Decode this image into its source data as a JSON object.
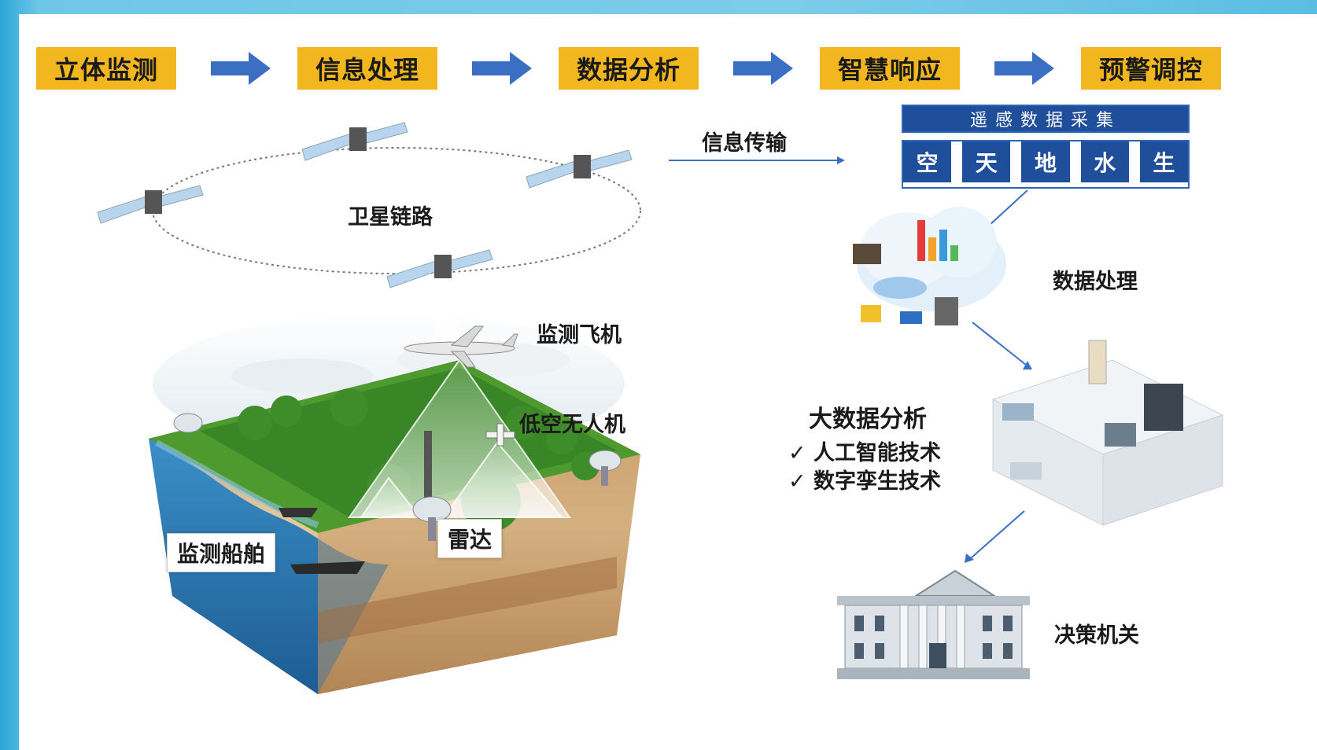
{
  "steps": [
    "立体监测",
    "信息处理",
    "数据分析",
    "智慧响应",
    "预警调控"
  ],
  "satellite_link": "卫星链路",
  "info_transmission": "信息传输",
  "remote_sensing": {
    "title": "遥感数据采集",
    "cells": [
      "空",
      "天",
      "地",
      "水",
      "生"
    ]
  },
  "data_processing": "数据处理",
  "monitoring_plane": "监测飞机",
  "low_altitude_drone": "低空无人机",
  "radar": "雷达",
  "monitoring_ship": "监测船舶",
  "big_data": {
    "title": "大数据分析",
    "items": [
      "人工智能技术",
      "数字孪生技术"
    ],
    "check_mark": "✓"
  },
  "decision_agency": "决策机关",
  "colors": {
    "step_bg": "#f2b61f",
    "arrow": "#3a6fc4",
    "remote_sensing_bg": "#1f4f9b",
    "frame": "#6fc7e8"
  }
}
